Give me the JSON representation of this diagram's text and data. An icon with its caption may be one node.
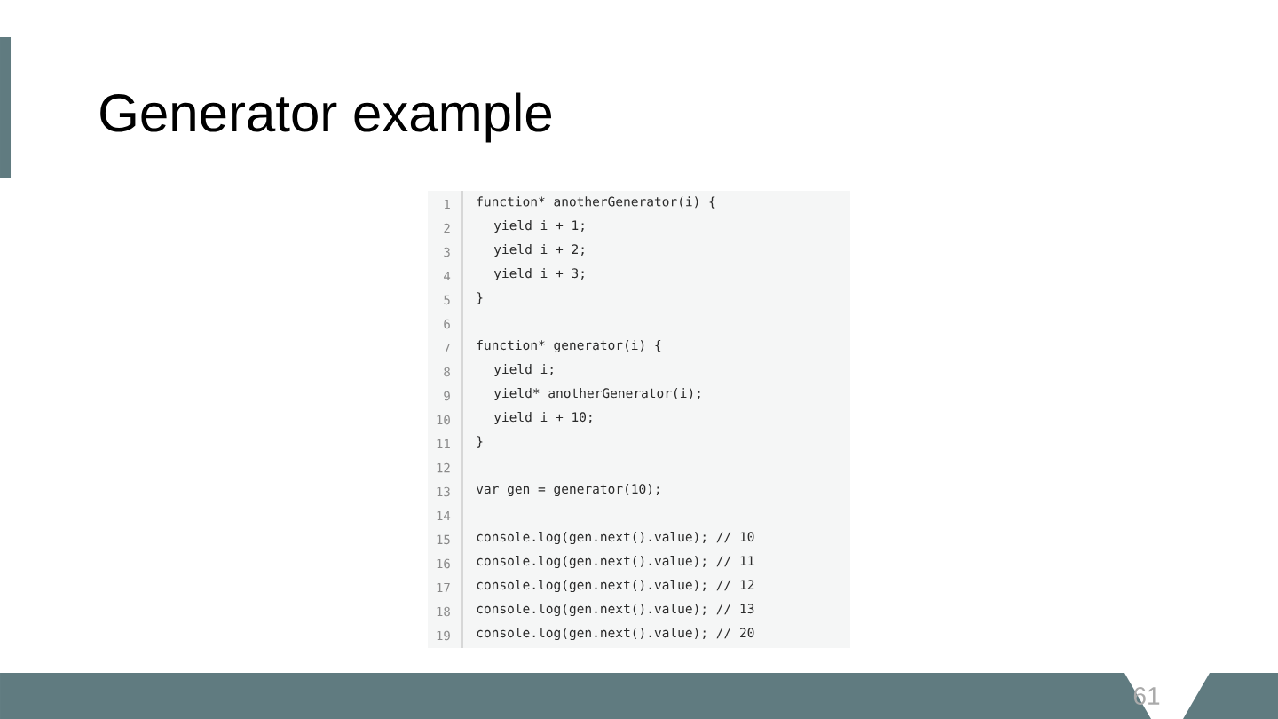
{
  "diagram": {
    "title": "Generator example",
    "labels": [
      "1",
      "function* anotherGenerator(i) {",
      "2",
      "yield i + 1;",
      "3",
      "yield i + 2;",
      "4",
      "yield i + 3;",
      "5",
      "}",
      "6",
      "7",
      "function* generator(i) {",
      "8",
      "yield i;",
      "9",
      "yield* anotherGenerator(i);",
      "10",
      "yield i + 10;",
      "11",
      "}",
      "12",
      "13",
      "var gen = generator(10);",
      "14",
      "15",
      "console.log(gen.next().value); // 10",
      "16",
      "console.log(gen.next().value); // 11",
      "17",
      "console.log(gen.next().value); // 12",
      "18",
      "console.log(gen.next().value); // 13",
      "19",
      "console.log(gen.next().value); // 20",
      "61"
    ]
  }
}
